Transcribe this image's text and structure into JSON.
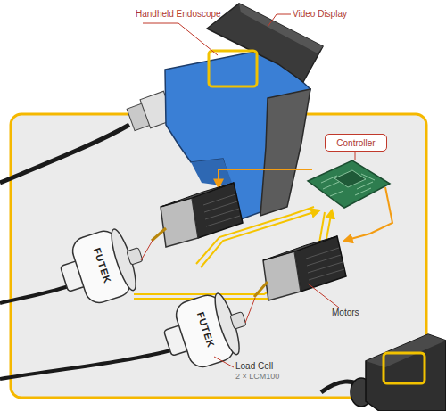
{
  "diagram": {
    "nodes": [
      {
        "text": [
          "Controller"
        ]
      }
    ],
    "labels": [
      "Handheld Endoscope",
      "Video Display",
      "Motors",
      "Load Cell",
      "2 × LCM100",
      "FUTEK",
      "FUTEK"
    ]
  }
}
